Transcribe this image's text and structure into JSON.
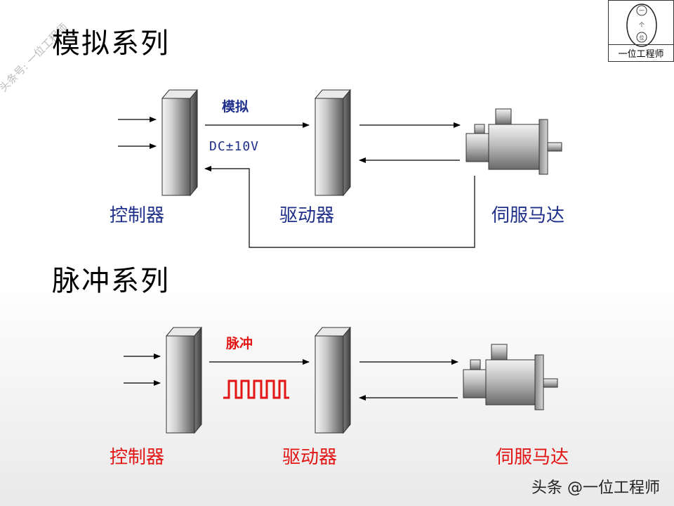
{
  "watermark": "头条号: 一位工程师",
  "logo": {
    "caption": "一位工程师",
    "seal_chars": [
      "一",
      "个",
      "位"
    ]
  },
  "footer": "头条 @一位工程师",
  "analog": {
    "title": "模拟系列",
    "signal_label": "模拟",
    "signal_value": "DC±10V",
    "controller_label": "控制器",
    "driver_label": "驱动器",
    "motor_label": "伺服马达"
  },
  "pulse": {
    "title": "脉冲系列",
    "signal_label": "脉冲",
    "controller_label": "控制器",
    "driver_label": "驱动器",
    "motor_label": "伺服马达"
  },
  "colors": {
    "analog_text": "#1f2f8a",
    "pulse_text": "#e31414",
    "pulse_wave": "#e31414"
  }
}
